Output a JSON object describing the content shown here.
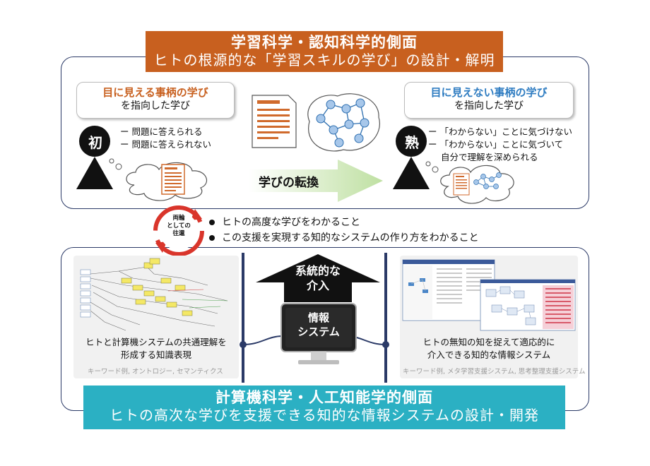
{
  "top_banner": {
    "line1": "学習科学・認知科学的側面",
    "line2": "ヒトの根源的な「学習スキルの学び」の設計・解明",
    "color": "#c8601f"
  },
  "bottom_banner": {
    "line1": "計算機科学・人工知能学的側面",
    "line2": "ヒトの高次な学びを支援できる知的な情報システムの設計・開発",
    "color": "#2bb0c3"
  },
  "left_callout": {
    "highlight": "目に見える事柄の学び",
    "rest": "を指向した学び",
    "color": "#c8601f"
  },
  "right_callout": {
    "highlight": "目に見えない事柄の学び",
    "rest": "を指向した学び",
    "color": "#2e7cc1"
  },
  "novice": {
    "badge": "初",
    "items": [
      "問題に答えられる",
      "問題に答えられない"
    ]
  },
  "expert": {
    "badge": "熟",
    "items": [
      "「わからない」ことに気づけない",
      "「わからない」ことに気づいて",
      "自分で理解を深められる"
    ]
  },
  "transition_label": "学びの転換",
  "cycle_badge": {
    "line1": "両輪",
    "line2": "としての",
    "line3": "往還"
  },
  "bullets": [
    "ヒトの高度な学びをわかること",
    "この支援を実現する知的なシステムの作り方をわかること"
  ],
  "intervention_label": {
    "line1": "系統的な",
    "line2": "介入"
  },
  "info_system_label": {
    "line1": "情報",
    "line2": "システム"
  },
  "left_card": {
    "text1": "ヒトと計算機システムの共通理解を",
    "text2": "形成する知識表現",
    "keywords": "キーワード例, オントロジー, セマンティクス"
  },
  "right_card": {
    "text1": "ヒトの無知の知を捉えて適応的に",
    "text2": "介入できる知的な情報システム",
    "keywords": "キーワード例, メタ学習支援システム, 思考整理支援システム"
  },
  "node_color": "#a7c7ea",
  "dash_glyph": "ー"
}
